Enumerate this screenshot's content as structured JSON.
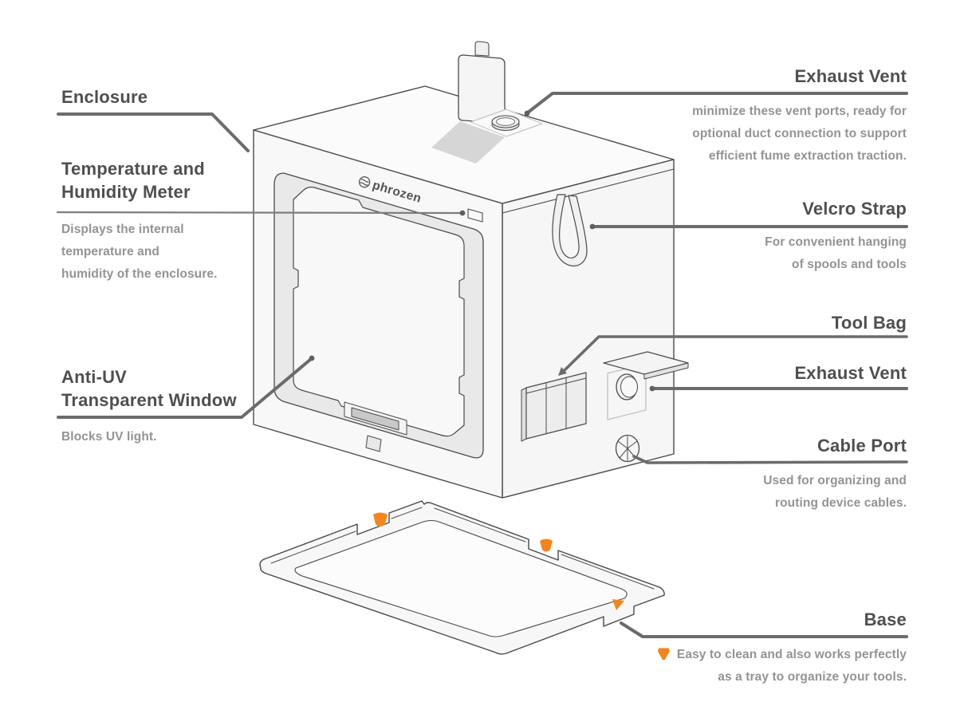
{
  "palette": {
    "background": "#ffffff",
    "heading_text": "#4f4f4f",
    "body_text": "#939393",
    "leader_line": "#6b6b6b",
    "outline": "#4a4a4a",
    "face_fill": "#f8f8f8",
    "band_fill": "#e9e9e9",
    "accent_orange": "#F1861E"
  },
  "icons": {
    "orange_marker": "rounded-triangle-down",
    "brand_mark": "phrozen-snowflake-badge"
  },
  "device": {
    "logo_text": "phrozen"
  },
  "callouts": {
    "enclosure": {
      "title": "Enclosure"
    },
    "temperature_humidity_meter": {
      "title_line1": "Temperature and",
      "title_line2": "Humidity Meter",
      "desc_line1": "Displays the internal",
      "desc_line2": "temperature and",
      "desc_line3": "humidity of the enclosure."
    },
    "anti_uv_window": {
      "title_line1": "Anti-UV",
      "title_line2": "Transparent Window",
      "desc_line1": "Blocks UV light."
    },
    "exhaust_vent_top": {
      "title": "Exhaust Vent",
      "desc_line1": "minimize these vent ports, ready for",
      "desc_line2": "optional duct connection to support",
      "desc_line3": "efficient fume extraction traction."
    },
    "velcro_strap": {
      "title": "Velcro Strap",
      "desc_line1": "For convenient hanging",
      "desc_line2": "of spools and tools"
    },
    "tool_bag": {
      "title": "Tool Bag"
    },
    "exhaust_vent_side": {
      "title": "Exhaust Vent"
    },
    "cable_port": {
      "title": "Cable Port",
      "desc_line1": "Used for organizing and",
      "desc_line2": "routing device cables."
    },
    "base": {
      "title": "Base",
      "desc_line1": "Easy to clean and also works perfectly",
      "desc_line2": "as a tray to organize your tools."
    }
  }
}
